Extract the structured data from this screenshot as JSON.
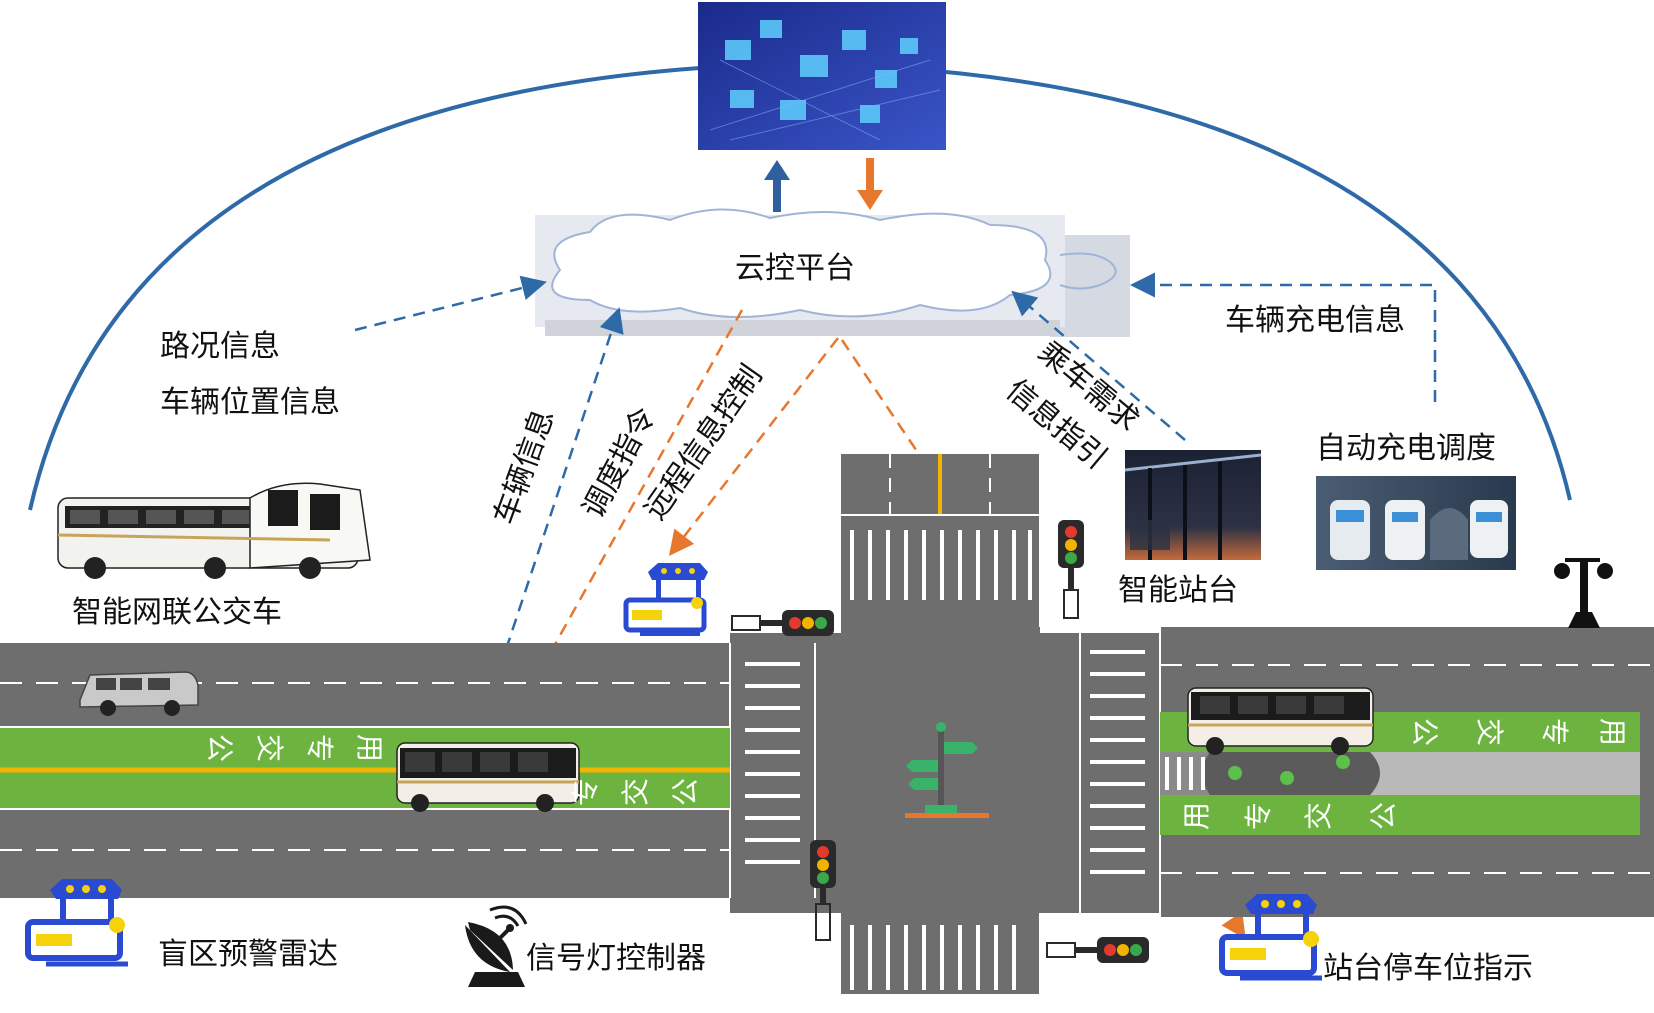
{
  "colors": {
    "arc": "#2f6aa8",
    "upload_arrow": "#2e5f9e",
    "download_arrow": "#e8772e",
    "bus_lane": "#6db33f",
    "road": "#6e6e6e",
    "cloud_bg": "#e9ecf2"
  },
  "cloud": {
    "title": "云控平台"
  },
  "left_info": {
    "line1": "路况信息",
    "line2": "车辆位置信息"
  },
  "flows": {
    "vehicle_info": "车辆信息",
    "dispatch": "调度指令",
    "remote": "远程信息控制",
    "passenger_line1": "乘车需求",
    "passenger_line2": "信息指引",
    "charging_info": "车辆充电信息"
  },
  "elements": {
    "smart_bus": "智能网联公交车",
    "smart_station": "智能站台",
    "auto_charging": "自动充电调度",
    "blind_radar": "盲区预警雷达",
    "signal_controller": "信号灯控制器",
    "stop_guide": "站台停车位指示"
  },
  "lanes": {
    "left_top": [
      "公",
      "交",
      "专",
      "用"
    ],
    "left_bottom": [
      "公",
      "交",
      "专"
    ],
    "right_top": [
      "公",
      "交",
      "专",
      "用"
    ],
    "right_bottom": [
      "公",
      "交",
      "专",
      "用"
    ]
  },
  "icons": [
    "server-cloud-image",
    "bus-icon",
    "van-icon",
    "radar-icon",
    "satellite-dish-icon",
    "traffic-light-icon",
    "street-lamp-icon",
    "signpost-icon",
    "station-photo",
    "charging-robot-photo"
  ]
}
